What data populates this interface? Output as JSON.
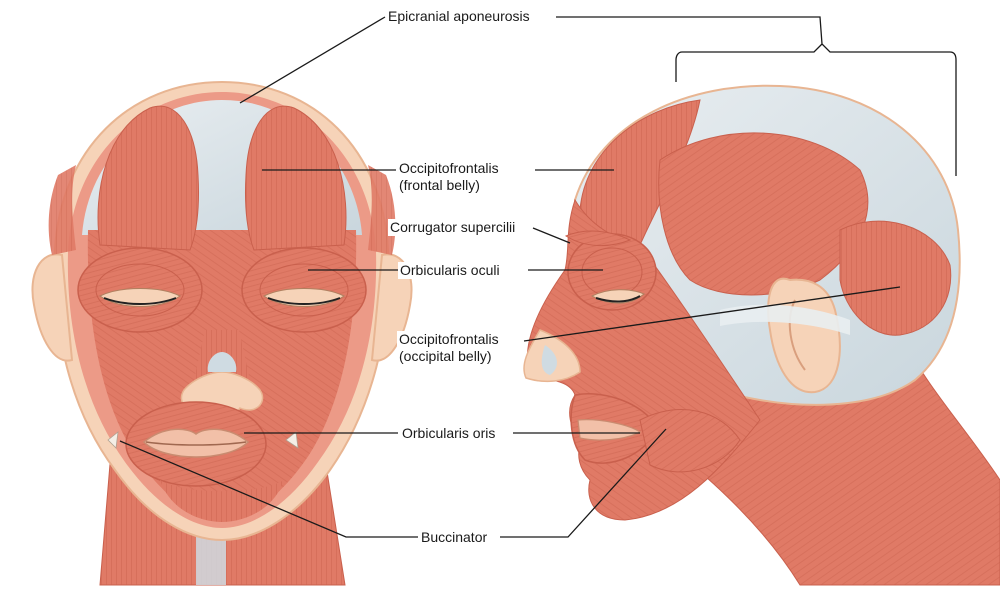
{
  "diagram": {
    "labels": {
      "epicranial_aponeurosis": "Epicranial aponeurosis",
      "occipitofrontalis_frontal": [
        "Occipitofrontalis",
        "(frontal belly)"
      ],
      "corrugator_supercilii": "Corrugator supercilii",
      "orbicularis_oculi": "Orbicularis oculi",
      "occipitofrontalis_occipital": [
        "Occipitofrontalis",
        "(occipital belly)"
      ],
      "orbicularis_oris": "Orbicularis oris",
      "buccinator": "Buccinator"
    },
    "colors": {
      "muscle": "#e07a66",
      "muscle_dark": "#c9604d",
      "muscle_light": "#ec9a87",
      "tendon": "#dfe6ea",
      "skin": "#f6d3b8",
      "skin_dark": "#e8b592",
      "leader": "#1a1a1a"
    }
  }
}
